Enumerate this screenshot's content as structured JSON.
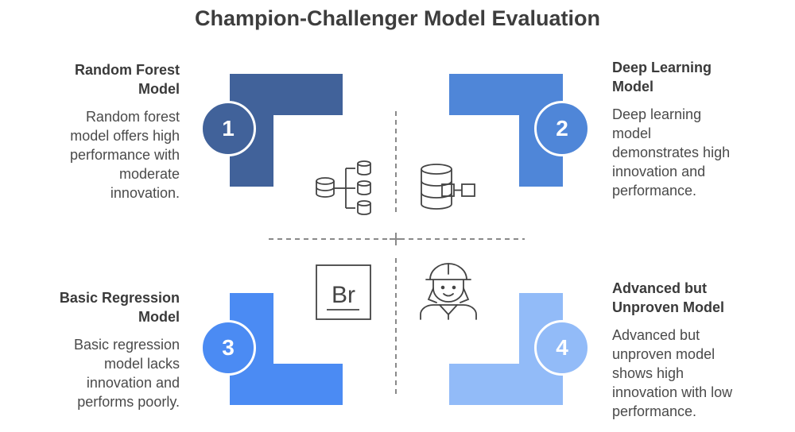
{
  "title": "Champion-Challenger Model Evaluation",
  "quadrants": [
    {
      "number": "1",
      "title_lines": [
        "Random Forest",
        "Model"
      ],
      "desc_lines": [
        "Random forest",
        "model offers high",
        "performance with",
        "moderate",
        "innovation."
      ],
      "color": "#41629a",
      "icon": "database-hierarchy-icon"
    },
    {
      "number": "2",
      "title_lines": [
        "Deep Learning",
        "Model"
      ],
      "desc_lines": [
        "Deep learning",
        "model",
        "demonstrates high",
        "innovation and",
        "performance."
      ],
      "color": "#4f86d8",
      "icon": "database-connection-icon"
    },
    {
      "number": "3",
      "title_lines": [
        "Basic Regression",
        "Model"
      ],
      "desc_lines": [
        "Basic regression",
        "model lacks",
        "innovation and",
        "performs poorly."
      ],
      "color": "#4b8bf3",
      "icon": "bromine-element-icon"
    },
    {
      "number": "4",
      "title_lines": [
        "Advanced but",
        "Unproven Model"
      ],
      "desc_lines": [
        "Advanced but",
        "unproven model",
        "shows high",
        "innovation with low",
        "performance."
      ],
      "color": "#92bbf8",
      "icon": "worker-hardhat-icon"
    }
  ],
  "icons": {
    "element_symbol": "Br"
  }
}
